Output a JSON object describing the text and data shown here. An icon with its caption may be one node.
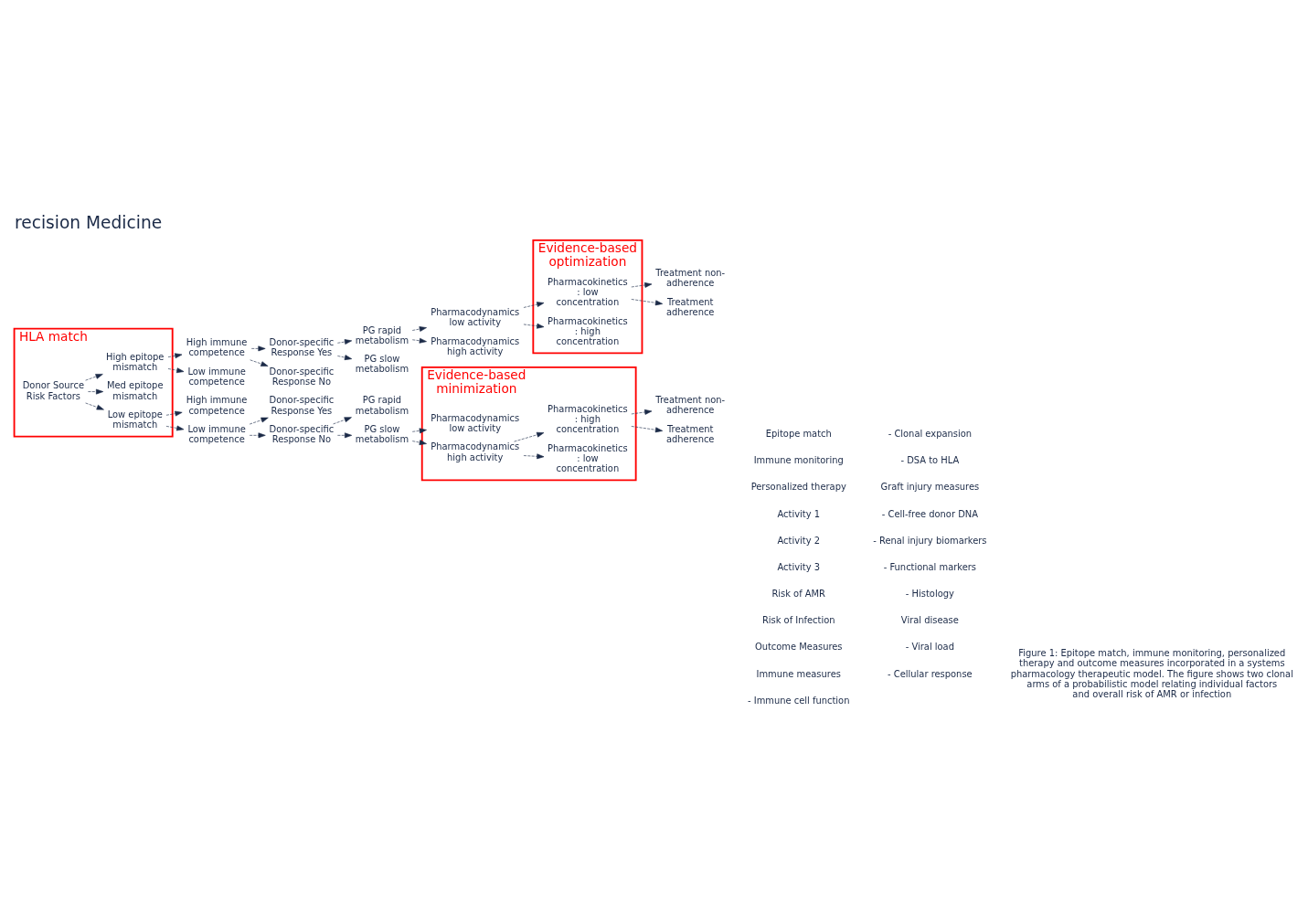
{
  "diagram": {
    "title": "recision Medicine",
    "caption": "Figure 1: Epitope match, immune monitoring, personalized therapy and outcome measures incorporated in a systems pharmacology therapeutic model. The figure shows two clonal arms of a probabilistic model relating individual factors and overall risk of AMR or infection",
    "nodes": [
      {
        "text": [
          "HLA match"
        ]
      },
      {
        "text": [
          "Donor Source Risk Factors"
        ],
        "in": 0
      },
      {
        "text": [
          "High epitope mismatch"
        ],
        "in": 0
      },
      {
        "text": [
          "Med epitope mismatch"
        ],
        "in": 0
      },
      {
        "text": [
          "Low epitope mismatch"
        ],
        "in": 0
      },
      {
        "text": [
          "High immune competence"
        ]
      },
      {
        "text": [
          "Low immune competence"
        ]
      },
      {
        "text": [
          "High immune competence"
        ]
      },
      {
        "text": [
          "Low immune competence"
        ]
      },
      {
        "text": [
          "Donor-specific Response Yes"
        ]
      },
      {
        "text": [
          "Donor-specific Response No"
        ]
      },
      {
        "text": [
          "Donor-specific Response Yes"
        ]
      },
      {
        "text": [
          "Donor-specific Response No"
        ]
      },
      {
        "text": [
          "PG rapid metabolism"
        ]
      },
      {
        "text": [
          "PG slow metabolism"
        ]
      },
      {
        "text": [
          "PG rapid metabolism"
        ]
      },
      {
        "text": [
          "PG slow metabolism"
        ]
      },
      {
        "text": [
          "Evidence-based optimization"
        ]
      },
      {
        "text": [
          "Pharmacodynamics low activity"
        ]
      },
      {
        "text": [
          "Pharmacodynamics high activity"
        ]
      },
      {
        "text": [
          "Pharmacokinetics: low concentration"
        ],
        "in": 17
      },
      {
        "text": [
          "Pharmacokinetics: high concentration"
        ],
        "in": 17
      },
      {
        "text": [
          "Treatment non-adherence"
        ]
      },
      {
        "text": [
          "Treatment adherence"
        ]
      },
      {
        "text": [
          "Evidence-based minimization"
        ]
      },
      {
        "text": [
          "Pharmacodynamics low activity"
        ],
        "in": 24
      },
      {
        "text": [
          "Pharmacodynamics high activity"
        ],
        "in": 24
      },
      {
        "text": [
          "Pharmacokinetics: low concentration"
        ],
        "in": 24
      },
      {
        "text": [
          "Pharmacokinetics: high concentration"
        ],
        "in": 24
      },
      {
        "text": [
          "Treatment non-adherence"
        ]
      },
      {
        "text": [
          "Treatment adherence"
        ]
      }
    ],
    "edges": [
      {
        "from": 1,
        "to": 2,
        "arrow": "to",
        "style": "dashed"
      },
      {
        "from": 1,
        "to": 3,
        "arrow": "to",
        "style": "dashed"
      },
      {
        "from": 1,
        "to": 4,
        "arrow": "to",
        "style": "dashed"
      },
      {
        "from": 2,
        "to": 5,
        "arrow": "to",
        "style": "dashed"
      },
      {
        "from": 2,
        "to": 6,
        "arrow": "to",
        "style": "dashed"
      },
      {
        "from": 4,
        "to": 7,
        "arrow": "to",
        "style": "dashed"
      },
      {
        "from": 4,
        "to": 8,
        "arrow": "to",
        "style": "dashed"
      },
      {
        "from": 5,
        "to": 9,
        "arrow": "to",
        "style": "dashed"
      },
      {
        "from": 5,
        "to": 10,
        "arrow": "to",
        "style": "dashed"
      },
      {
        "from": 8,
        "to": 11,
        "arrow": "to",
        "style": "dashed"
      },
      {
        "from": 8,
        "to": 12,
        "arrow": "to",
        "style": "dashed"
      },
      {
        "from": 9,
        "to": 13,
        "arrow": "to",
        "style": "dashed"
      },
      {
        "from": 9,
        "to": 14,
        "arrow": "to",
        "style": "dashed"
      },
      {
        "from": 12,
        "to": 15,
        "arrow": "to",
        "style": "dashed"
      },
      {
        "from": 12,
        "to": 16,
        "arrow": "to",
        "style": "dashed"
      },
      {
        "from": 13,
        "to": 18,
        "arrow": "to",
        "style": "dashed"
      },
      {
        "from": 13,
        "to": 19,
        "arrow": "to",
        "style": "dashed"
      },
      {
        "from": 18,
        "to": 20,
        "arrow": "to",
        "style": "dashed"
      },
      {
        "from": 18,
        "to": 21,
        "arrow": "to",
        "style": "dashed"
      },
      {
        "from": 20,
        "to": 22,
        "arrow": "to",
        "style": "dashed"
      },
      {
        "from": 20,
        "to": 23,
        "arrow": "to",
        "style": "dashed"
      },
      {
        "from": 16,
        "to": 25,
        "arrow": "to",
        "style": "dashed"
      },
      {
        "from": 16,
        "to": 26,
        "arrow": "to",
        "style": "dashed"
      },
      {
        "from": 26,
        "to": 27,
        "arrow": "to",
        "style": "dashed"
      },
      {
        "from": 26,
        "to": 28,
        "arrow": "to",
        "style": "dashed"
      },
      {
        "from": 28,
        "to": 29,
        "arrow": "to",
        "style": "dashed"
      },
      {
        "from": 28,
        "to": 30,
        "arrow": "to",
        "style": "dashed"
      }
    ],
    "labels": [
      "Epitope match",
      "Immune monitoring",
      "Personalized therapy",
      "Activity 1",
      "Activity 2",
      "Activity 3",
      "Risk of AMR",
      "Risk of Infection",
      "Outcome Measures",
      "Immune measures",
      "- Immune cell function",
      "- Clonal expansion",
      "- DSA to HLA",
      "Graft injury measures",
      "- Cell-free donor DNA",
      "- Renal injury biomarkers",
      "- Functional markers",
      "- Histology",
      "Viral disease",
      "- Viral load",
      "- Cellular response"
    ]
  }
}
